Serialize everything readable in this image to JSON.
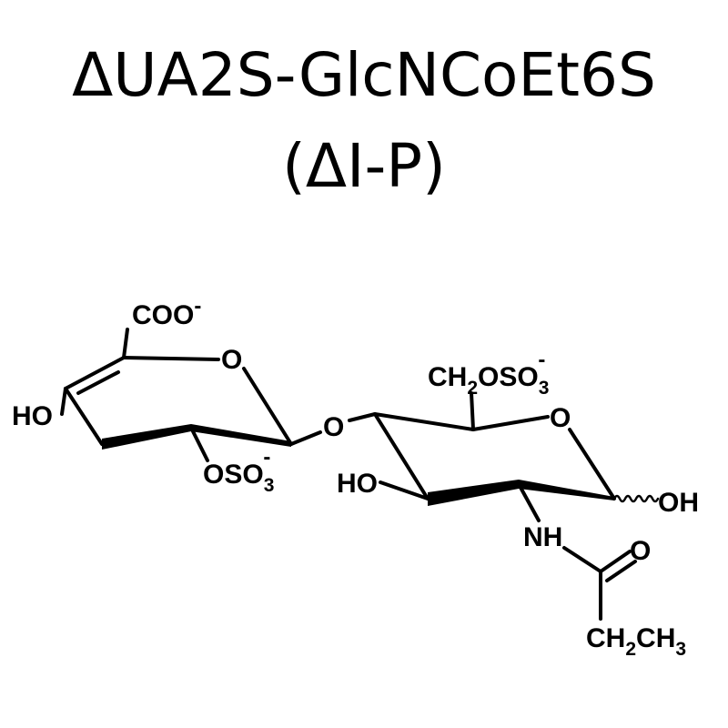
{
  "title": {
    "line1": "ΔUA2S-GlcNCoEt6S",
    "line2": "(ΔI-P)"
  },
  "structure": {
    "uronic_acid": {
      "carboxylate": {
        "text": "COO",
        "charge": "-"
      },
      "ring_oxygen": "O",
      "hydroxyl": "HO",
      "sulfate": {
        "pre": "OSO",
        "sub": "3",
        "charge": "-"
      }
    },
    "linkage_oxygen": "O",
    "glucosamine": {
      "sulfate_group": {
        "pre": "CH",
        "sub1": "2",
        "mid": "OSO",
        "sub2": "3",
        "charge": "-"
      },
      "ring_oxygen": "O",
      "hydroxyl_3": "HO",
      "anomeric_hydroxyl": "OH",
      "amine": "NH",
      "carbonyl_oxygen": "O",
      "ethyl": {
        "a": "CH",
        "sub1": "2",
        "b": "CH",
        "sub2": "3"
      }
    }
  }
}
